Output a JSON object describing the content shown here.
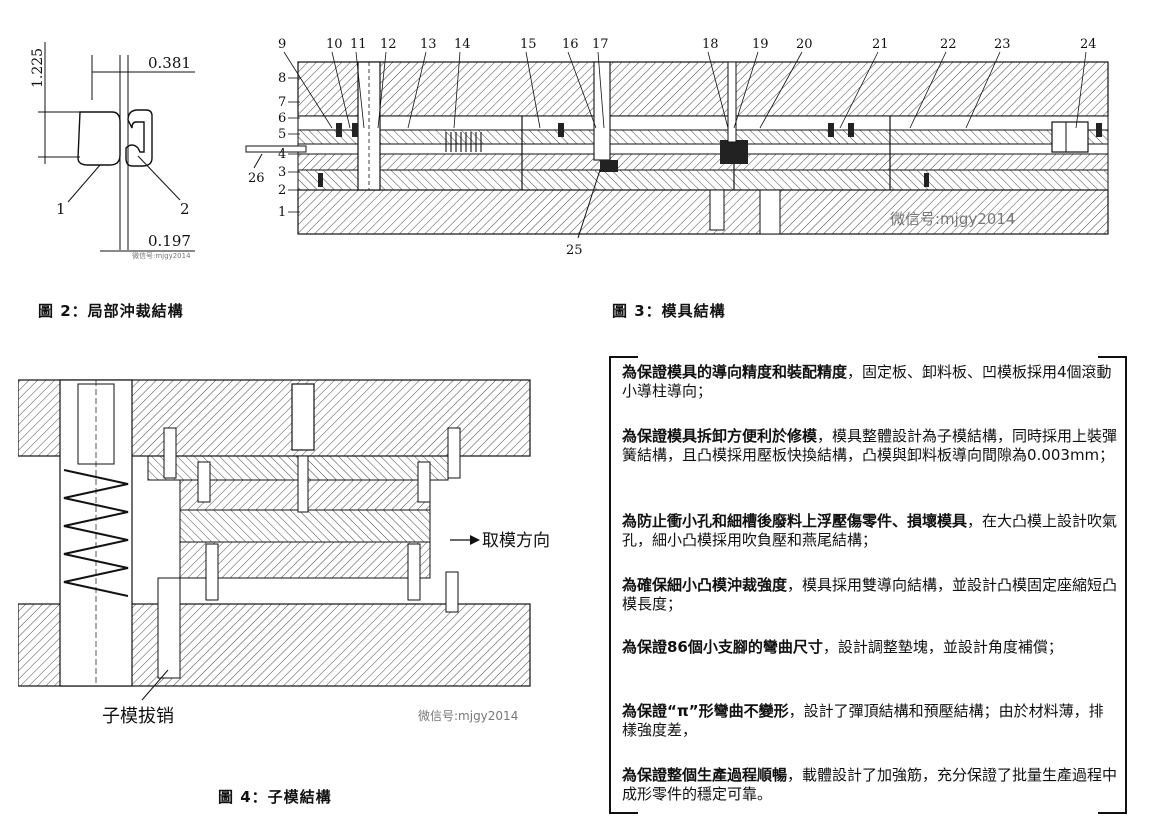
{
  "fig2": {
    "caption": "圖 2：局部沖裁結構",
    "dims": {
      "height": "1.225",
      "top": "0.381",
      "bottom": "0.197"
    },
    "labels": [
      "1",
      "2"
    ],
    "watermark": "微信号:mjgy2014"
  },
  "fig3": {
    "caption": "圖 3：模具結構",
    "numbers_top": [
      "9",
      "10",
      "11",
      "12",
      "13",
      "14",
      "15",
      "16",
      "17",
      "18",
      "19",
      "20",
      "21",
      "22",
      "23",
      "24"
    ],
    "numbers_left": [
      "8",
      "7",
      "6",
      "5",
      "4",
      "3",
      "2",
      "1"
    ],
    "label_26": "26",
    "label_25": "25",
    "watermark": "微信号:mjgy2014"
  },
  "fig4": {
    "caption": "圖 4：子模結構",
    "label_direction": "取模方向",
    "label_pin": "子模拔销",
    "watermark": "微信号:mjgy2014"
  },
  "notes": [
    {
      "bold": "為保證模具的導向精度和裝配精度",
      "text": "，固定板、卸料板、凹模板採用4個滾動小導柱導向；"
    },
    {
      "bold": "為保證模具拆卸方便利於修模",
      "text": "，模具整體設計為子模結構，同時採用上裝彈簧結構，且凸模採用壓板快換結構，凸模與卸料板導向間隙為0.003mm；"
    },
    {
      "bold": "為防止衝小孔和細槽後廢料上浮壓傷零件、損壞模具",
      "text": "，在大凸模上設計吹氣孔，細小凸模採用吹負壓和燕尾結構；"
    },
    {
      "bold": "為確保細小凸模沖裁強度",
      "text": "，模具採用雙導向結構，並設計凸模固定座縮短凸模長度；"
    },
    {
      "bold": "為保證86個小支腳的彎曲尺寸",
      "text": "，設計調整墊塊，並設計角度補償；"
    },
    {
      "bold": "為保證“π”形彎曲不變形",
      "text": "，設計了彈頂結構和預壓結構；由於材料薄，排樣強度差，"
    },
    {
      "bold": "為保證整個生產過程順暢",
      "text": "，載體設計了加強筋，充分保證了批量生產過程中成形零件的穩定可靠。"
    }
  ]
}
